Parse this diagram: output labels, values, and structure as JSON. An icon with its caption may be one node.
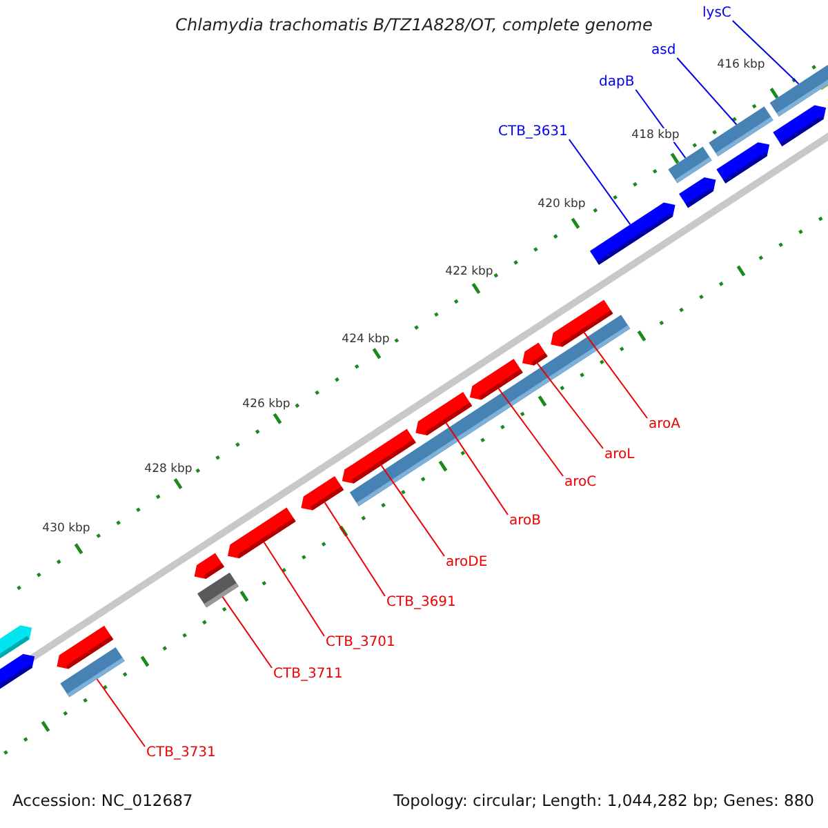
{
  "diagram": {
    "title": "Chlamydia trachomatis B/TZ1A828/OT, complete genome",
    "nodes": [
      {
        "text": [
          "lysC"
        ]
      },
      {
        "text": [
          "asd"
        ]
      },
      {
        "text": [
          "dapB"
        ]
      },
      {
        "text": [
          "CTB_3631"
        ]
      },
      {
        "text": [
          "aroA"
        ]
      },
      {
        "text": [
          "aroL"
        ]
      },
      {
        "text": [
          "aroC"
        ]
      },
      {
        "text": [
          "aroB"
        ]
      },
      {
        "text": [
          "aroDE"
        ]
      },
      {
        "text": [
          "CTB_3691"
        ]
      },
      {
        "text": [
          "CTB_3701"
        ]
      },
      {
        "text": [
          "CTB_3711"
        ]
      },
      {
        "text": [
          "CTB_3731"
        ]
      },
      {
        "text": [],
        "shape": "bar"
      },
      {
        "text": [],
        "shape": "bar"
      },
      {
        "text": [],
        "shape": "bar"
      },
      {
        "text": [],
        "shape": "bar"
      },
      {
        "text": [],
        "shape": "bar"
      },
      {
        "text": [],
        "shape": "bar"
      },
      {
        "text": [],
        "shape": "bar"
      },
      {
        "text": [],
        "shape": "bar"
      },
      {
        "text": [],
        "shape": "bar"
      },
      {
        "text": [],
        "shape": "bar"
      },
      {
        "text": [],
        "shape": "bar"
      },
      {
        "text": [],
        "shape": "bar"
      },
      {
        "text": [],
        "shape": "bar"
      }
    ],
    "edges": [
      {
        "from": 0,
        "to": 25,
        "arrow": "none",
        "color": "#0000ee"
      },
      {
        "from": 1,
        "to": 24,
        "arrow": "none",
        "color": "#0000ee"
      },
      {
        "from": 2,
        "to": 23,
        "arrow": "none",
        "color": "#0000ee"
      },
      {
        "from": 3,
        "to": 22,
        "arrow": "none",
        "color": "#0000ee"
      },
      {
        "from": 4,
        "to": 21,
        "arrow": "none"
      },
      {
        "from": 5,
        "to": 20,
        "arrow": "none"
      },
      {
        "from": 6,
        "to": 19,
        "arrow": "none"
      },
      {
        "from": 7,
        "to": 18,
        "arrow": "none"
      },
      {
        "from": 8,
        "to": 17,
        "arrow": "none"
      },
      {
        "from": 9,
        "to": 16,
        "arrow": "none"
      },
      {
        "from": 10,
        "to": 15,
        "arrow": "none"
      },
      {
        "from": 11,
        "to": 14,
        "arrow": "none"
      },
      {
        "from": 12,
        "to": 13,
        "arrow": "none"
      }
    ],
    "labels": [
      "416 kbp",
      "418 kbp",
      "420 kbp",
      "422 kbp",
      "424 kbp",
      "426 kbp",
      "428 kbp",
      "430 kbp",
      "Accession: NC_012687",
      "Topology: circular; Length: 1,044,282 bp; Genes: 880"
    ]
  }
}
